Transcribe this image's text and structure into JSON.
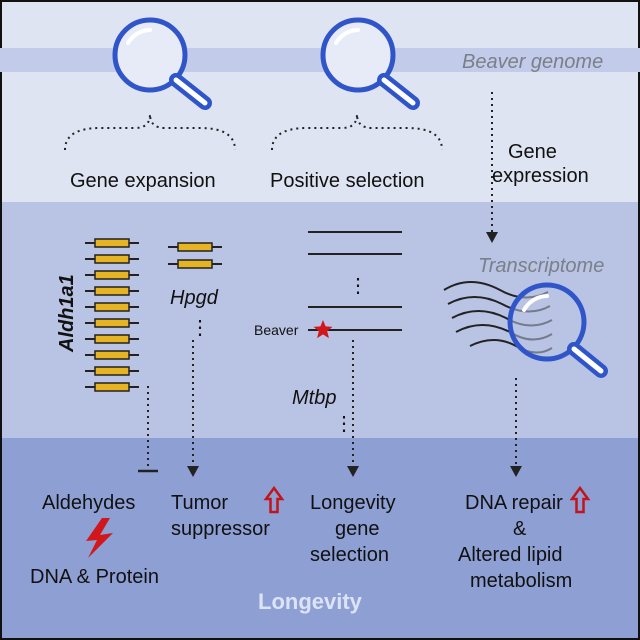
{
  "labels": {
    "beaver_genome": "Beaver genome",
    "gene_expansion": "Gene expansion",
    "positive_selection": "Positive selection",
    "gene_expression_1": "Gene",
    "gene_expression_2": "expression",
    "transcriptome": "Transcriptome",
    "aldh1a1": "Aldh1a1",
    "hpgd": "Hpgd",
    "mtbp": "Mtbp",
    "beaver": "Beaver",
    "aldehydes": "Aldehydes",
    "dna_protein": "DNA & Protein",
    "tumor_1": "Tumor",
    "tumor_2": "suppressor",
    "longevity_sel_1": "Longevity",
    "longevity_sel_2": "gene",
    "longevity_sel_3": "selection",
    "dna_repair": "DNA repair",
    "amp": "&",
    "altered_1": "Altered lipid",
    "altered_2": "metabolism",
    "longevity": "Longevity",
    "ellipsis": "⋮"
  },
  "colors": {
    "band_top": "#dfe4f2",
    "band_mid": "#b9c3e4",
    "band_bottom": "#8e9fd4",
    "genome_bar": "#c5cde9",
    "magnifier": "#2f55c9",
    "gene_box": "#e6b422",
    "up_arrow": "#c0151a",
    "star": "#d1161c",
    "longevity_text": "#dde3f6"
  },
  "icons": [
    "magnifier-icon",
    "star-icon",
    "lightning-icon",
    "up-arrow-icon",
    "inhibition-icon"
  ]
}
